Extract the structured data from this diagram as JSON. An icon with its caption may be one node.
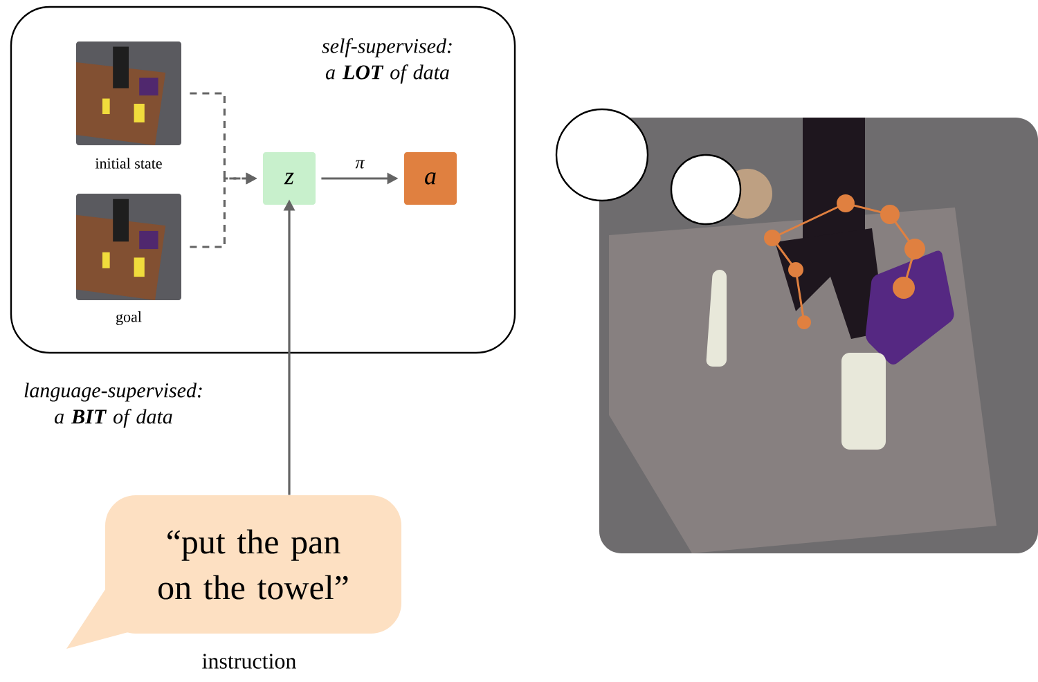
{
  "diagram": {
    "nodes": [
      {
        "text": [
          "self-supervised: a **LOT** of data"
        ]
      },
      {
        "text": [
          "initial state"
        ],
        "in": 0
      },
      {
        "text": [
          "goal"
        ],
        "in": 0
      },
      {
        "text": [
          "z"
        ],
        "in": 0
      },
      {
        "text": [
          "a"
        ],
        "in": 0
      },
      {
        "text": [
          "“put the pan on the towel”"
        ],
        "beside": [
          "instruction"
        ]
      },
      {
        "text": [],
        "shape": "picture"
      }
    ],
    "edges": [
      {
        "from": 1,
        "to": 3,
        "arrow": "to",
        "style": "dashed"
      },
      {
        "from": 2,
        "to": 3,
        "arrow": "to",
        "style": "dashed"
      },
      {
        "from": 3,
        "to": 4,
        "arrow": "to",
        "label": "π"
      },
      {
        "from": 5,
        "to": 3,
        "arrow": "to"
      }
    ],
    "labels": [
      "language-supervised: a **BIT** of data"
    ]
  }
}
